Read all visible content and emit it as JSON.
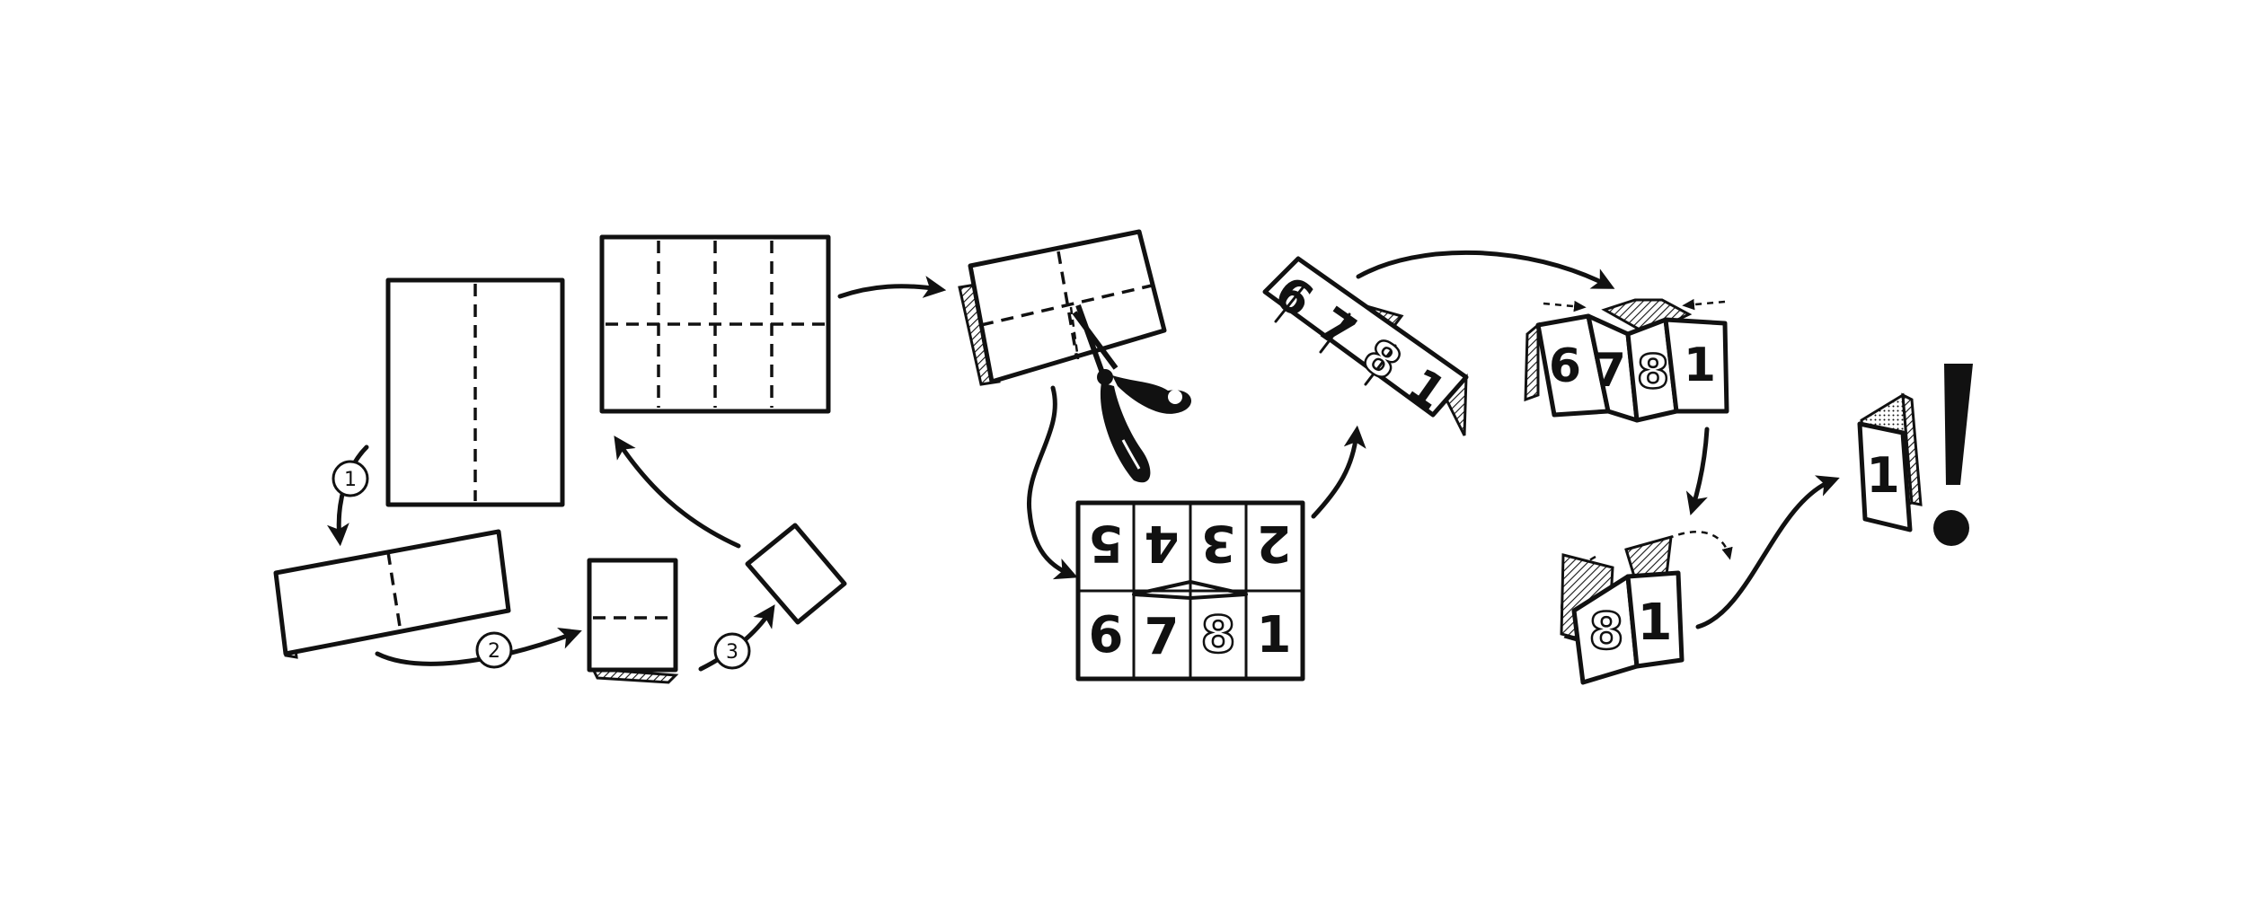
{
  "steps": [
    {
      "id": "step-1",
      "label": "1"
    },
    {
      "id": "step-2",
      "label": "2"
    },
    {
      "id": "step-3",
      "label": "3"
    }
  ],
  "unfolded_sheet_top_row": [
    "5",
    "4",
    "3",
    "2"
  ],
  "unfolded_sheet_bottom_row": [
    "6",
    "7",
    "8",
    "1"
  ],
  "folded_strip_pages": [
    "6",
    "7",
    "8",
    "1"
  ],
  "pushed_strip_pages": [
    "6",
    "7",
    "8",
    "1"
  ],
  "pinched_pages": [
    "8",
    "1"
  ],
  "finished_cover": "1",
  "exclamation": "!"
}
